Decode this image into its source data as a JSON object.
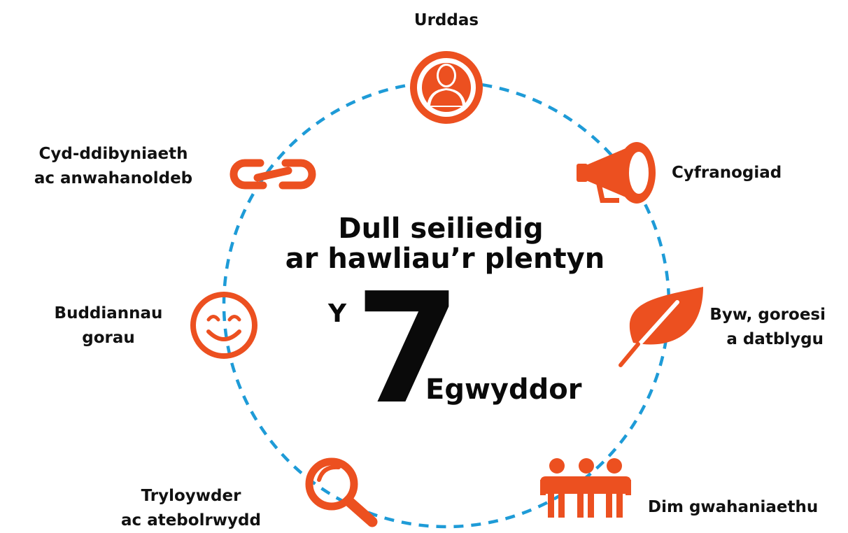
{
  "title": {
    "line1": "Dull seiliedig",
    "line2": "ar hawliau’r plentyn"
  },
  "center": {
    "prefix": "Y",
    "number": "7",
    "word": "Egwyddor"
  },
  "colors": {
    "accent": "#ec5020",
    "ring": "#1e9bd7",
    "text": "#0a0a0a"
  },
  "principles": [
    {
      "icon": "person-icon",
      "lines": [
        "Urddas"
      ]
    },
    {
      "icon": "megaphone-icon",
      "lines": [
        "Cyfranogiad"
      ]
    },
    {
      "icon": "leaf-icon",
      "lines": [
        "Byw, goroesi",
        "a datblygu"
      ]
    },
    {
      "icon": "people-group-icon",
      "lines": [
        "Dim gwahaniaethu"
      ]
    },
    {
      "icon": "magnifier-icon",
      "lines": [
        "Tryloywder",
        "ac atebolrwydd"
      ]
    },
    {
      "icon": "smiley-icon",
      "lines": [
        "Buddiannau",
        "gorau"
      ]
    },
    {
      "icon": "chain-link-icon",
      "lines": [
        "Cyd-ddibyniaeth",
        "ac anwahanoldeb"
      ]
    }
  ]
}
